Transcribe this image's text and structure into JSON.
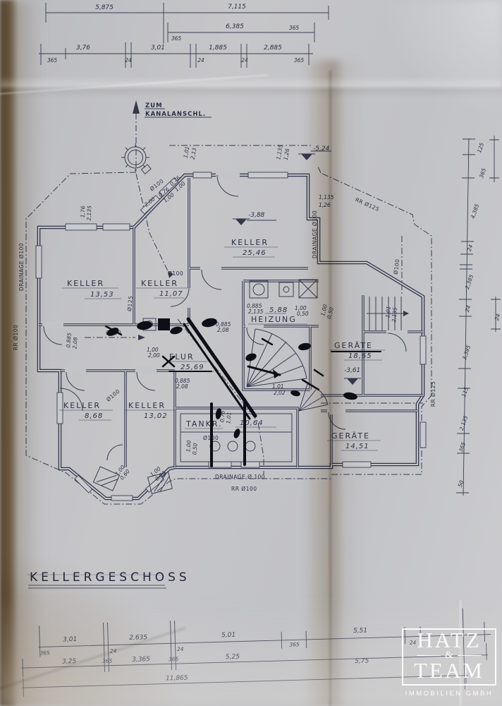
{
  "colors": {
    "ink": "#34374a",
    "scribble": "#101018",
    "paper": "#c2c3c7",
    "tan": "#a8885f",
    "logo_white": "#ffffff"
  },
  "title": "KELLERGESCHOSS",
  "header_arrow": {
    "line1": "ZUM",
    "line2": "KANALANSCHL."
  },
  "rooms": [
    {
      "name": "KELLER",
      "area": "25,46"
    },
    {
      "name": "KELLER",
      "area": "13,53"
    },
    {
      "name": "KELLER",
      "area": "11,07"
    },
    {
      "name": "HEIZUNG",
      "area": "5,88"
    },
    {
      "name": "FLUR",
      "area": "25,69"
    },
    {
      "name": "GERÄTE",
      "area": "18,65"
    },
    {
      "name": "KELLER",
      "area": "8,68"
    },
    {
      "name": "KELLER",
      "area": "13,02"
    },
    {
      "name": "TANKR.",
      "area": "10,64"
    },
    {
      "name": "GERÄTE",
      "area": "14,51"
    }
  ],
  "levels": {
    "big_keller": "-3,88",
    "geraete": "-3,61",
    "top_right": "-5,24"
  },
  "top_dims": {
    "row1": [
      "5,875",
      "7,115"
    ],
    "row2": "6,385",
    "row2_left": "365",
    "row2_right": "365",
    "row3_above": [
      "3,76",
      "3,01",
      "1,885",
      "2,885"
    ],
    "row3_below": [
      "365",
      "24",
      "24",
      "24",
      "365"
    ]
  },
  "right_dims": [
    "125",
    "365",
    "4,385",
    "24",
    "2,385",
    "24",
    "3,385",
    "115",
    "2,135",
    "365",
    "50"
  ],
  "right_dims_extra": "24",
  "bottom_dims": {
    "row1_above": [
      "3,01",
      "2,635",
      "5,01",
      "5,51"
    ],
    "row1_below": [
      "365",
      "24",
      "24",
      "365",
      "24"
    ],
    "row2_above": [
      "3,25",
      "3,365",
      "5,25",
      "5,75"
    ],
    "row2_below": [
      "365",
      "365"
    ],
    "total": "11,865"
  },
  "pipes": {
    "left_drainage": "DRAINAGE Ø100",
    "left_rr": "RR Ø100",
    "right_drainage": "DRAINAGE Ø100",
    "rr125_top": "RR Ø125",
    "right_o100": "Ø100",
    "rr125_right": "RR Ø125",
    "bottom_drainage": "DRAINAGE Ø 100",
    "bottom_rr": "RR Ø100",
    "o100_a": "Ø100",
    "o100_b": "Ø100",
    "o100_c": "Ø100",
    "o100_d": "Ø100",
    "o100_e": "Ø100",
    "o125": "Ø125"
  },
  "annotations": [
    "0,76",
    "1,00",
    "2,00",
    "1,76",
    "2,135",
    "0,76",
    "1,00",
    "1,01",
    "2,13",
    "1,135",
    "1,26",
    "1,135",
    "1,26",
    "0,885",
    "2,135",
    "1,00",
    "0,50",
    "1,00",
    "0,50",
    "0,885",
    "2,08",
    "0,885",
    "2,08",
    "1,00",
    "2,00",
    "0,885",
    "2,08",
    "0,76",
    "1,01",
    "1,00",
    "0,50",
    "1,01",
    "2,02",
    "1,00",
    "0,60",
    "1,00",
    "0,50",
    "1,01",
    "2,135"
  ],
  "logo": {
    "word1": "HATZ",
    "amp": "&",
    "word2": "TEAM",
    "subtitle": "IMMOBILIEN GMBH"
  }
}
